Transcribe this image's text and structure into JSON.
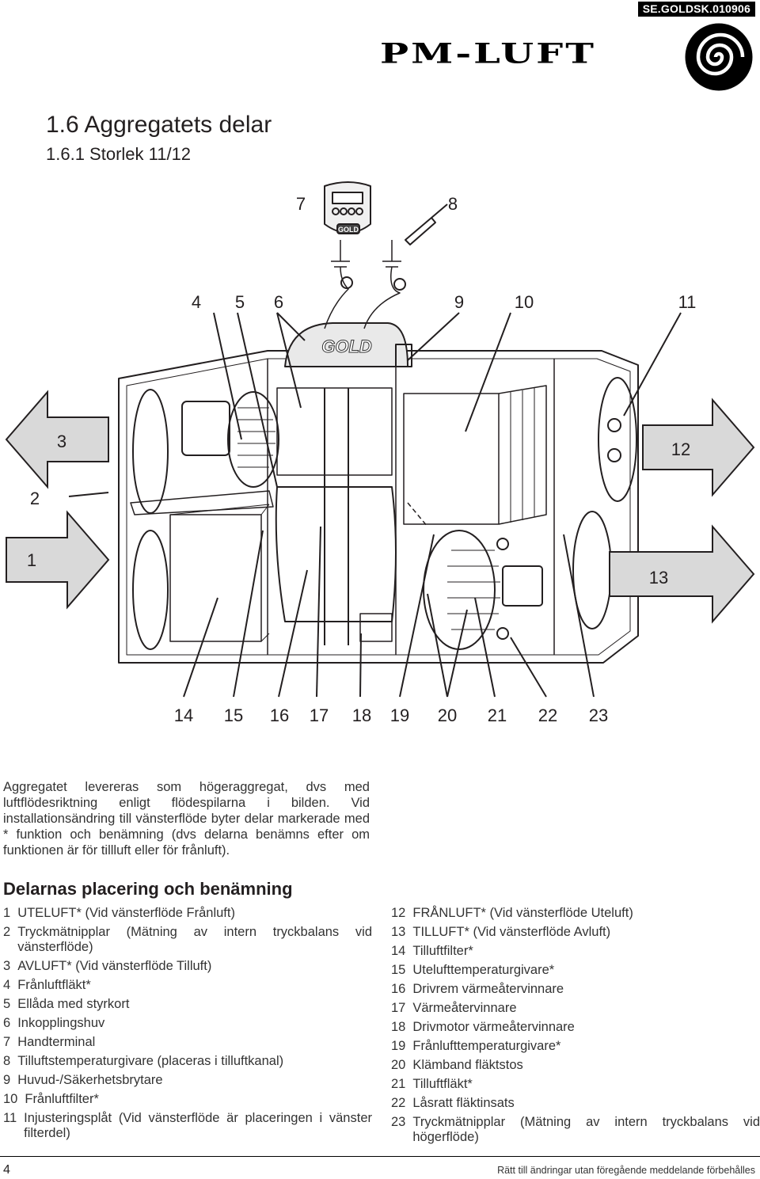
{
  "header": {
    "doc_code": "SE.GOLDSK.010906",
    "brand": "PM-LUFT",
    "brand_icon": "spiral-logo-icon"
  },
  "title": "1.6 Aggregatets delar",
  "subtitle": "1.6.1 Storlek 11/12",
  "diagram": {
    "callouts": [
      "1",
      "2",
      "3",
      "4",
      "5",
      "6",
      "7",
      "8",
      "9",
      "10",
      "11",
      "12",
      "13",
      "14",
      "15",
      "16",
      "17",
      "18",
      "19",
      "20",
      "21",
      "22",
      "23"
    ],
    "unit_label": "GOLD",
    "terminal_label": "GOLD"
  },
  "intro": "Aggregatet levereras som högeraggregat, dvs med luftflödesriktning enligt flödespilarna i bilden. Vid installationsändring till vänsterflöde byter delar markerade med * funktion och benämning (dvs delarna benämns efter om funktionen är för tillluft eller för frånluft).",
  "section_heading": "Delarnas placering och benämning",
  "parts_left": [
    {
      "num": "1",
      "text": "UTELUFT* (Vid vänsterflöde Frånluft)"
    },
    {
      "num": "2",
      "text": "Tryckmätnipplar (Mätning av intern tryckbalans vid vänsterflöde)"
    },
    {
      "num": "3",
      "text": "AVLUFT* (Vid vänsterflöde Tilluft)"
    },
    {
      "num": "4",
      "text": "Frånluftfläkt*"
    },
    {
      "num": "5",
      "text": "Ellåda med styrkort"
    },
    {
      "num": "6",
      "text": "Inkopplingshuv"
    },
    {
      "num": "7",
      "text": "Handterminal"
    },
    {
      "num": "8",
      "text": "Tilluftstemperaturgivare (placeras i tilluftkanal)"
    },
    {
      "num": "9",
      "text": "Huvud-/Säkerhetsbrytare"
    },
    {
      "num": "10",
      "text": "Frånluftfilter*"
    },
    {
      "num": "11",
      "text": "Injusteringsplåt (Vid vänsterflöde är placeringen i vänster filterdel)"
    }
  ],
  "parts_right": [
    {
      "num": "12",
      "text": "FRÅNLUFT* (Vid vänsterflöde Uteluft)"
    },
    {
      "num": "13",
      "text": "TILLUFT* (Vid vänsterflöde Avluft)"
    },
    {
      "num": "14",
      "text": "Tilluftfilter*"
    },
    {
      "num": "15",
      "text": "Utelufttemperaturgivare*"
    },
    {
      "num": "16",
      "text": "Drivrem värmeåtervinnare"
    },
    {
      "num": "17",
      "text": "Värmeåtervinnare"
    },
    {
      "num": "18",
      "text": "Drivmotor värmeåtervinnare"
    },
    {
      "num": "19",
      "text": "Frånlufttemperaturgivare*"
    },
    {
      "num": "20",
      "text": "Klämband fläktstos"
    },
    {
      "num": "21",
      "text": "Tilluftfläkt*"
    },
    {
      "num": "22",
      "text": "Låsratt fläktinsats"
    },
    {
      "num": "23",
      "text": "Tryckmätnipplar (Mätning av intern tryckbalans vid högerflöde)"
    }
  ],
  "footer": {
    "page_number": "4",
    "disclaimer": "Rätt till ändringar utan föregående meddelande förbehålles"
  }
}
